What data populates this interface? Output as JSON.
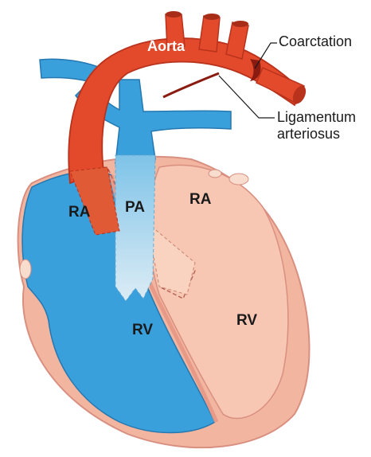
{
  "labels": {
    "aorta": "Aorta",
    "coarctation": "Coarctation",
    "ligamentum_line1": "Ligamentum",
    "ligamentum_line2": "arteriosus",
    "ra_left": "RA",
    "pa": "PA",
    "ra_right": "RA",
    "rv_left": "RV",
    "rv_right": "RV"
  },
  "colors": {
    "aorta": "#e24a2b",
    "aorta_dark": "#b8321c",
    "blue": "#3aa0dc",
    "blue_dark": "#2578b0",
    "pink": "#f2b6a0",
    "pink_light": "#f7cdbd",
    "outline": "#d98f80",
    "ligament": "#8a1b10"
  }
}
